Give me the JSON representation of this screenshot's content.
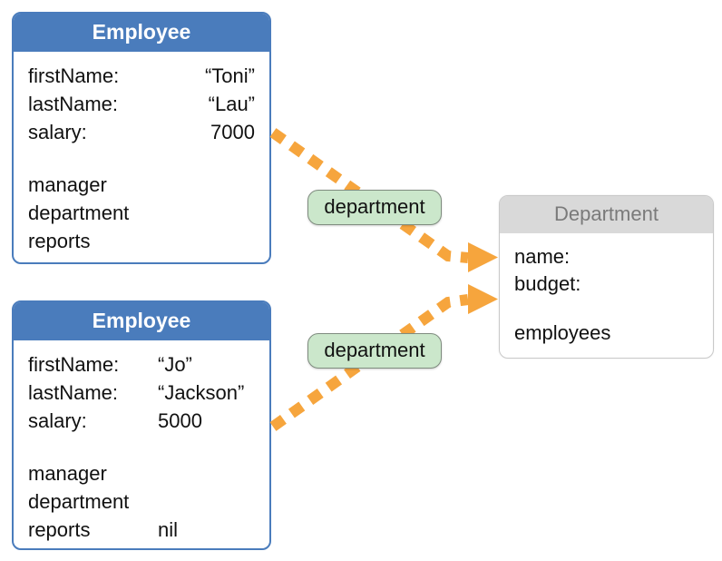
{
  "employee1": {
    "title": "Employee",
    "attrs": [
      {
        "label": "firstName:",
        "value": "“Toni”"
      },
      {
        "label": "lastName:",
        "value": "“Lau”"
      },
      {
        "label": "salary:",
        "value": "7000"
      }
    ],
    "refs": [
      {
        "label": "manager",
        "value": ""
      },
      {
        "label": "department",
        "value": ""
      },
      {
        "label": "reports",
        "value": ""
      }
    ]
  },
  "employee2": {
    "title": "Employee",
    "attrs": [
      {
        "label": "firstName:",
        "value": "“Jo”"
      },
      {
        "label": "lastName:",
        "value": "“Jackson”"
      },
      {
        "label": "salary:",
        "value": "5000"
      }
    ],
    "refs": [
      {
        "label": "manager",
        "value": ""
      },
      {
        "label": "department",
        "value": ""
      },
      {
        "label": "reports",
        "value": "nil"
      }
    ]
  },
  "department": {
    "title": "Department",
    "attrs": [
      {
        "label": "name:"
      },
      {
        "label": "budget:"
      }
    ],
    "refs": [
      {
        "label": "employees"
      }
    ]
  },
  "edges": [
    {
      "label": "department",
      "from": "employee1",
      "to": "department"
    },
    {
      "label": "department",
      "from": "employee2",
      "to": "department"
    }
  ],
  "colors": {
    "employee_header": "#4A7CBC",
    "employee_border": "#4A7CBC",
    "department_header_bg": "#D9D9D9",
    "department_header_text": "#7A7A7A",
    "department_border": "#C9C9C9",
    "edge_label_bg": "#CBE7CB",
    "edge_label_border": "#7F8C7F",
    "arrow": "#F6A53D"
  }
}
